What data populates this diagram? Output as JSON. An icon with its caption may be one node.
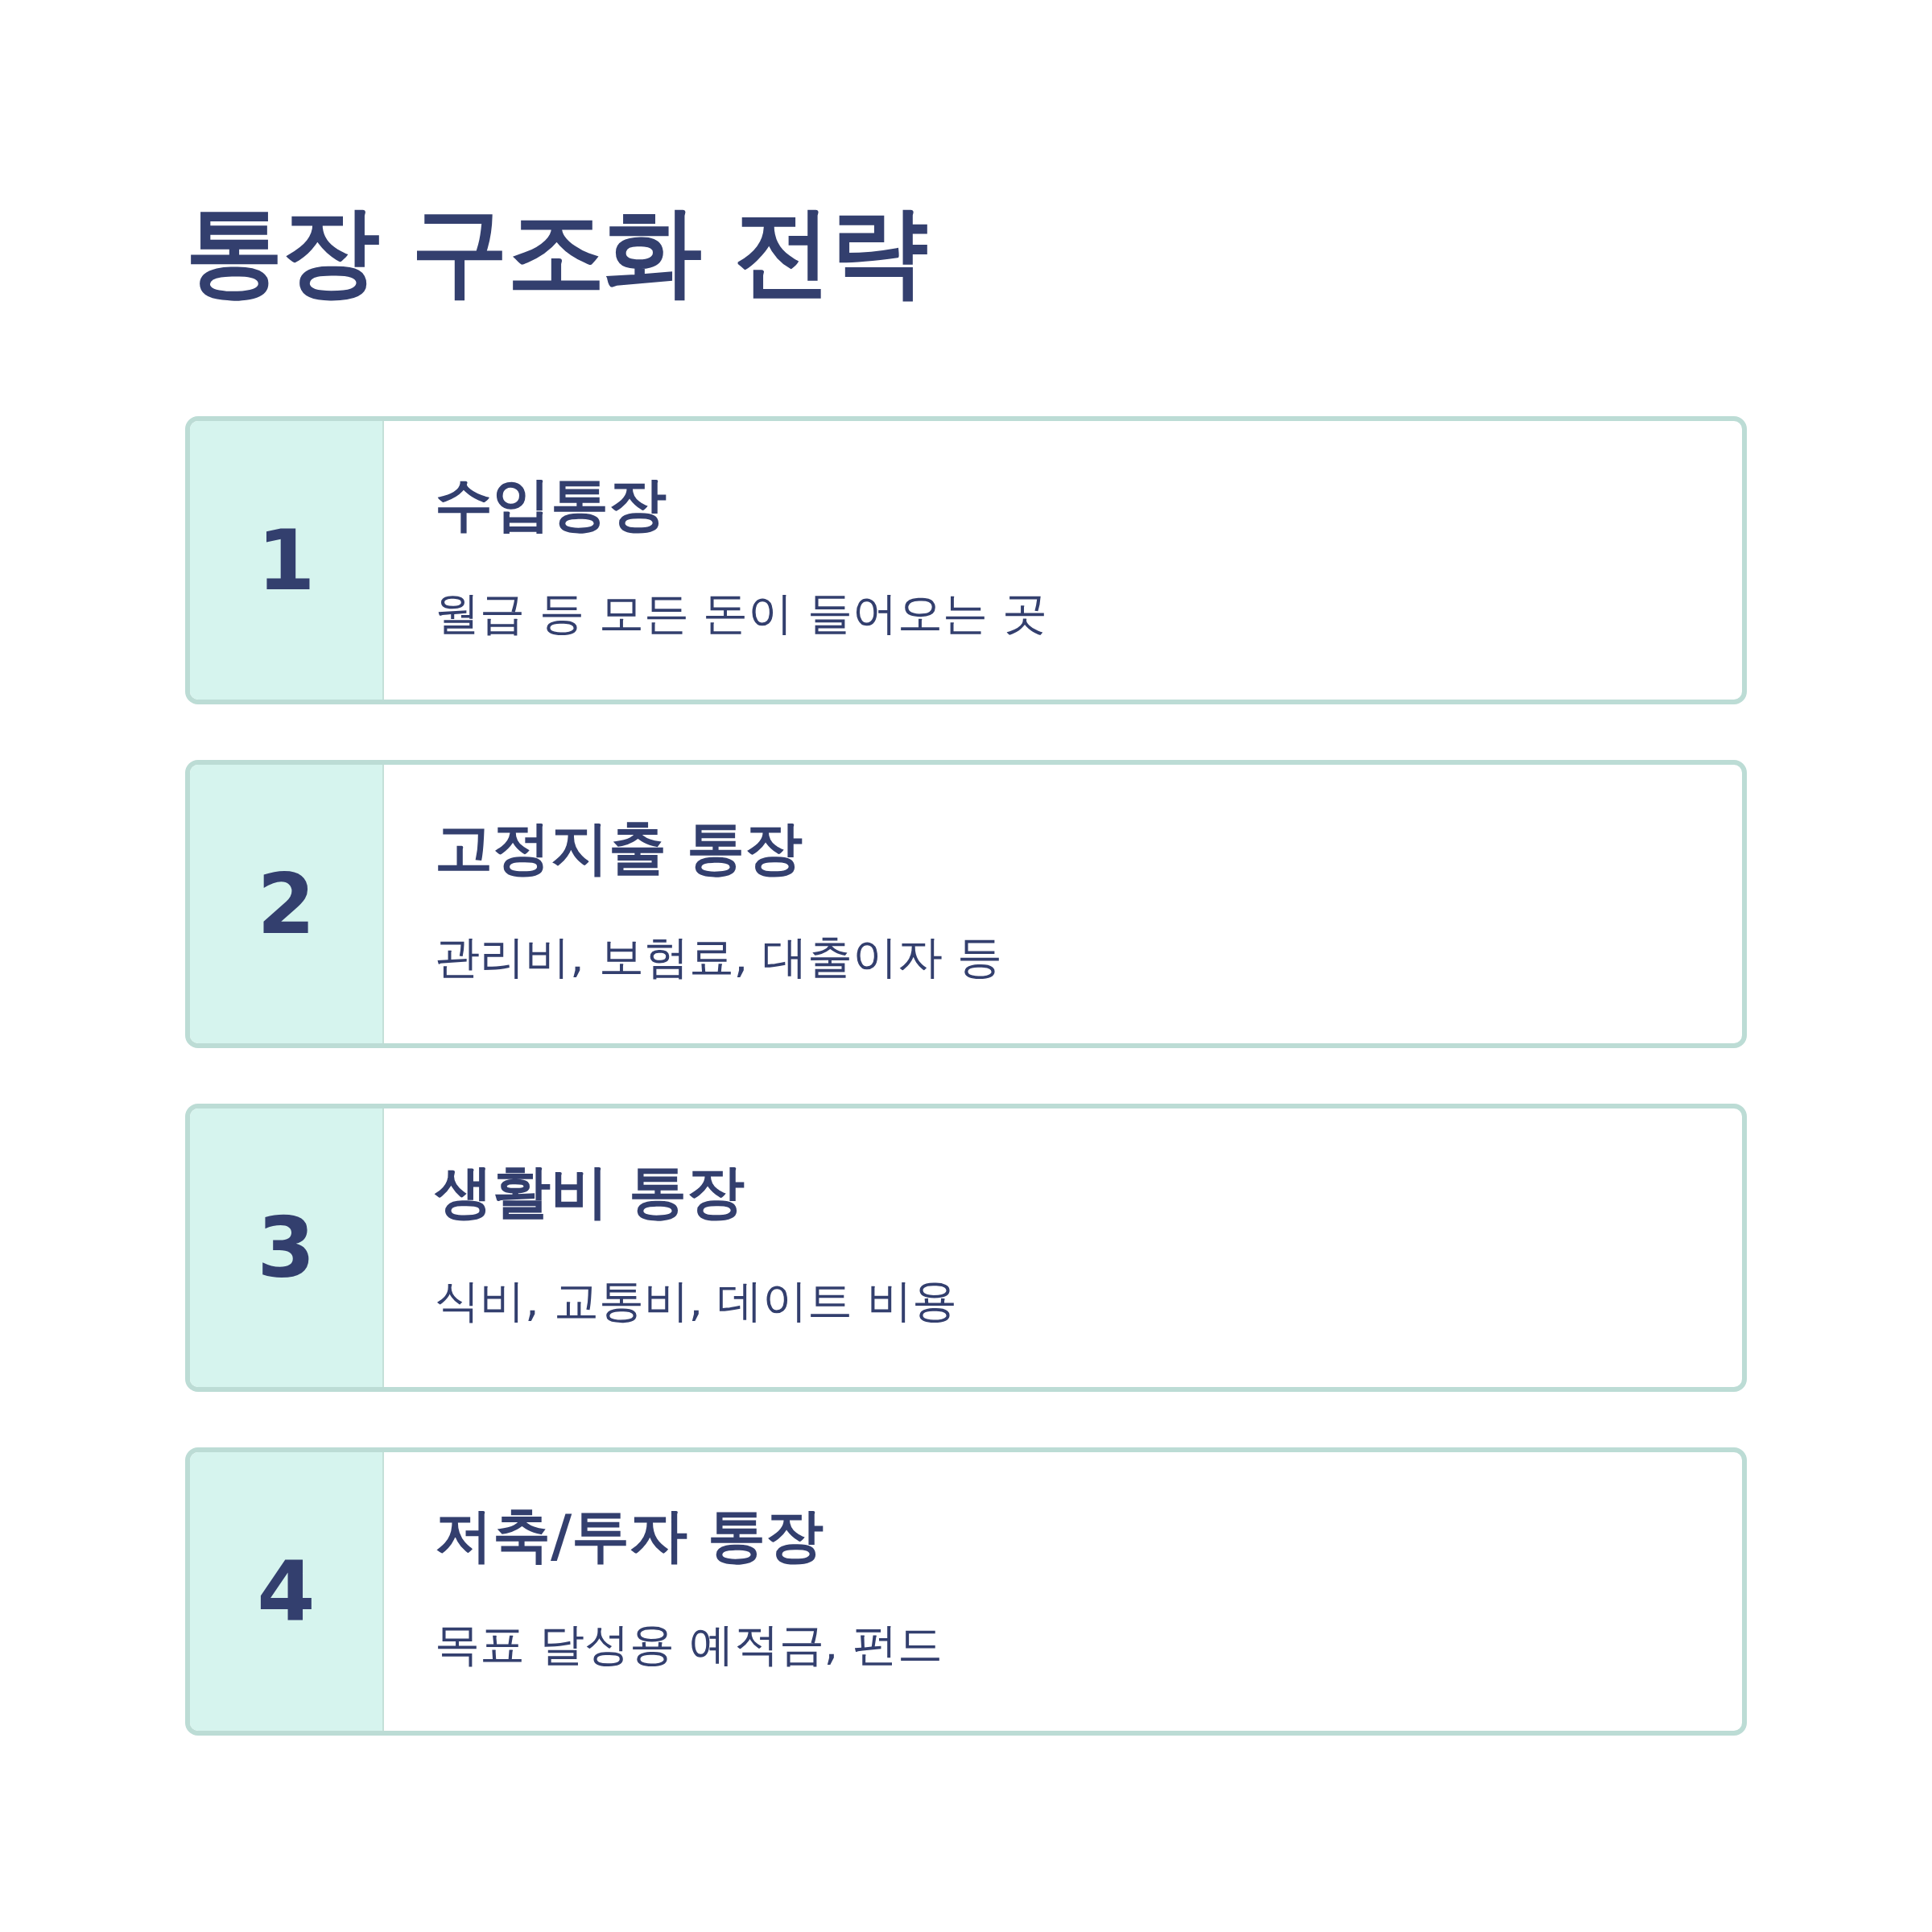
{
  "diagram": {
    "title": "통장 구조화 전략",
    "nodes": [
      {
        "text": [
          "수입통장",
          "월급 등 모든 돈이 들어오는 곳"
        ]
      },
      {
        "text": [
          "1"
        ],
        "in": 0
      },
      {
        "text": [
          "고정지출 통장",
          "관리비, 보험료, 대출이자 등"
        ]
      },
      {
        "text": [
          "2"
        ],
        "in": 2
      },
      {
        "text": [
          "생활비 통장",
          "식비, 교통비, 데이트 비용"
        ]
      },
      {
        "text": [
          "3"
        ],
        "in": 4
      },
      {
        "text": [
          "저축/투자 통장",
          "목표 달성용 예적금, 펀드"
        ]
      },
      {
        "text": [
          "4"
        ],
        "in": 6
      }
    ]
  }
}
